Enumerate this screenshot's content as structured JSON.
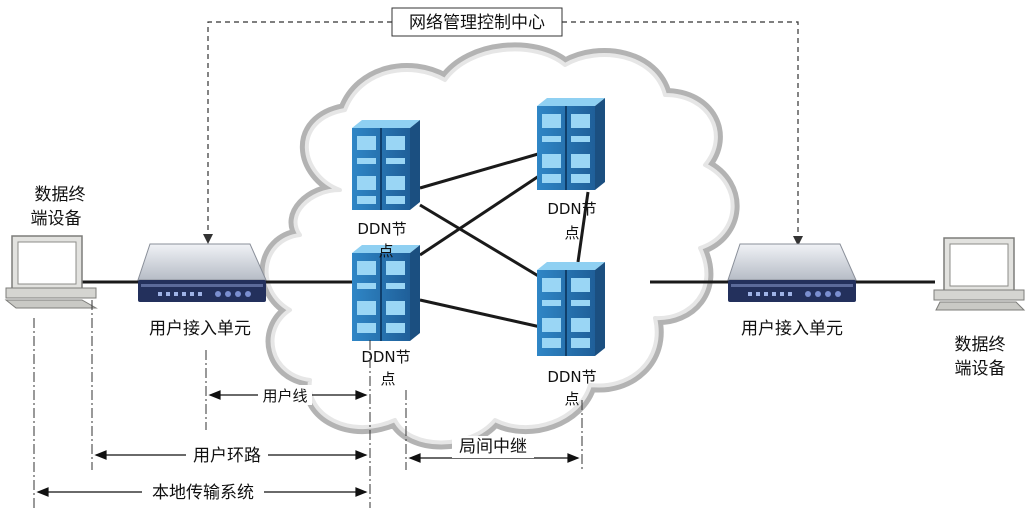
{
  "title": "网络管理控制中心",
  "left_terminal": {
    "line1": "数据终",
    "line2": "端设备"
  },
  "right_terminal": {
    "line1": "数据终",
    "line2": "端设备"
  },
  "left_access_unit": "用户接入单元",
  "right_access_unit": "用户接入单元",
  "nodes": [
    {
      "line1": "DDN节",
      "line2": "点"
    },
    {
      "line1": "DDN节",
      "line2": "点"
    },
    {
      "line1": "DDN节",
      "line2": "点"
    },
    {
      "line1": "DDN节",
      "line2": "点"
    }
  ],
  "dimensions": {
    "user_line": "用户线",
    "user_loop": "用户环路",
    "local_transmission": "本地传输系统",
    "inter_office_trunk": "局间中继"
  }
}
